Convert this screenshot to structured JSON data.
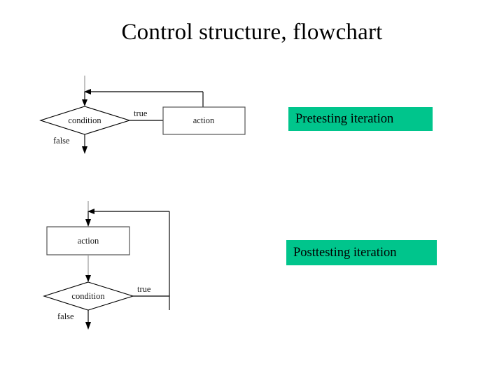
{
  "slide": {
    "title": "Control structure, flowchart",
    "background_color": "#FFFFFF",
    "text_color": "#000000"
  },
  "accent": {
    "highlight_green": "#00C58C",
    "shape_stroke": "#000000",
    "box_stroke": "#4D4D4D",
    "faint_line": "#9A9A9A"
  },
  "callouts": {
    "pretest": {
      "label": "Pretesting iteration",
      "background_color": "#00C58C"
    },
    "posttest": {
      "label": "Posttesting iteration",
      "background_color": "#00C58C"
    }
  },
  "diagrams": [
    {
      "id": "pretesting-iteration",
      "name": "Pretesting iteration flowchart",
      "nodes": [
        {
          "id": "condition",
          "type": "decision",
          "label": "condition"
        },
        {
          "id": "action",
          "type": "process",
          "label": "action"
        }
      ],
      "edges": [
        {
          "from": "entry",
          "to": "condition",
          "label": ""
        },
        {
          "from": "condition",
          "to": "action",
          "label": "true"
        },
        {
          "from": "action",
          "to": "entry-join",
          "label": ""
        },
        {
          "from": "condition",
          "to": "exit",
          "label": "false"
        }
      ],
      "edge_labels": {
        "true": "true",
        "false": "false"
      }
    },
    {
      "id": "posttesting-iteration",
      "name": "Posttesting iteration flowchart",
      "nodes": [
        {
          "id": "action",
          "type": "process",
          "label": "action"
        },
        {
          "id": "condition",
          "type": "decision",
          "label": "condition"
        }
      ],
      "edges": [
        {
          "from": "entry",
          "to": "action",
          "label": ""
        },
        {
          "from": "action",
          "to": "condition",
          "label": ""
        },
        {
          "from": "condition",
          "to": "entry-join",
          "label": "true"
        },
        {
          "from": "condition",
          "to": "exit",
          "label": "false"
        }
      ],
      "edge_labels": {
        "true": "true",
        "false": "false"
      }
    }
  ]
}
